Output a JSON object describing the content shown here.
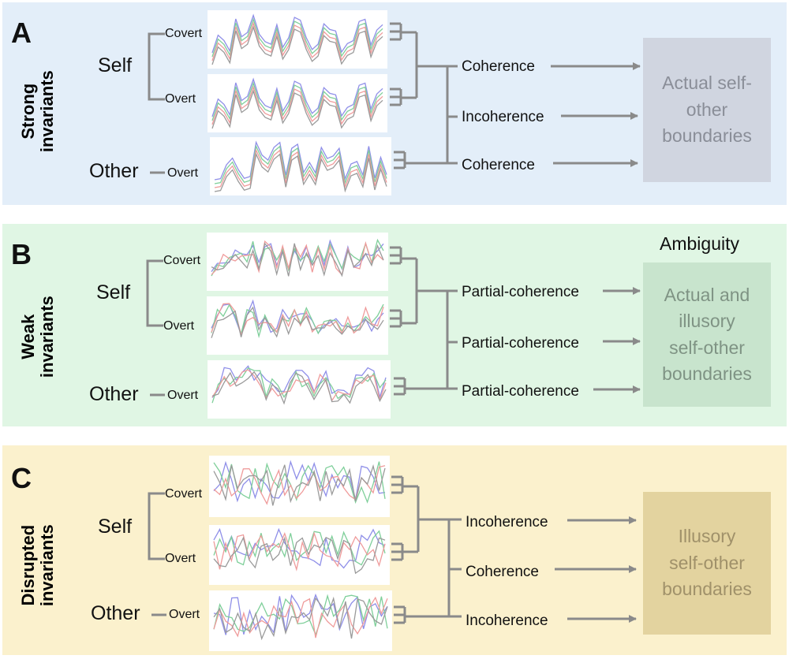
{
  "colors": {
    "panel_a": "#e3eef9",
    "panel_b": "#e0f6e4",
    "panel_c": "#fbf1cd",
    "connector": "#8a8a8a",
    "box_a": "#d0d5e0",
    "box_a_text": "#8a8e98",
    "box_b": "#c8e4cd",
    "box_b_text": "#7f9384",
    "box_c": "#e3d39f",
    "box_c_text": "#a0916a",
    "series": [
      "#8f8fe8",
      "#7fcf9a",
      "#ef9b9b",
      "#9a9a9a"
    ]
  },
  "panels": [
    {
      "letter": "A",
      "side_label": [
        "Strong",
        "invariants"
      ],
      "self_label": "Self",
      "other_label": "Other",
      "covert_label": "Covert",
      "overt_label": "Overt",
      "other_overt_label": "Overt",
      "flows": [
        "Coherence",
        "Incoherence",
        "Coherence"
      ],
      "box_text": [
        "Actual self-",
        "other",
        "boundaries"
      ],
      "extra_label": ""
    },
    {
      "letter": "B",
      "side_label": [
        "Weak",
        "invariants"
      ],
      "self_label": "Self",
      "other_label": "Other",
      "covert_label": "Covert",
      "overt_label": "Overt",
      "other_overt_label": "Overt",
      "flows": [
        "Partial-coherence",
        "Partial-coherence",
        "Partial-coherence"
      ],
      "box_text": [
        "Actual and",
        "illusory",
        "self-other",
        "boundaries"
      ],
      "extra_label": "Ambiguity"
    },
    {
      "letter": "C",
      "side_label": [
        "Disrupted",
        "invariants"
      ],
      "self_label": "Self",
      "other_label": "Other",
      "covert_label": "Covert",
      "overt_label": "Overt",
      "other_overt_label": "Overt",
      "flows": [
        "Incoherence",
        "Coherence",
        "Incoherence"
      ],
      "box_text": [
        "Illusory",
        "self-other",
        "boundaries"
      ],
      "extra_label": ""
    }
  ]
}
